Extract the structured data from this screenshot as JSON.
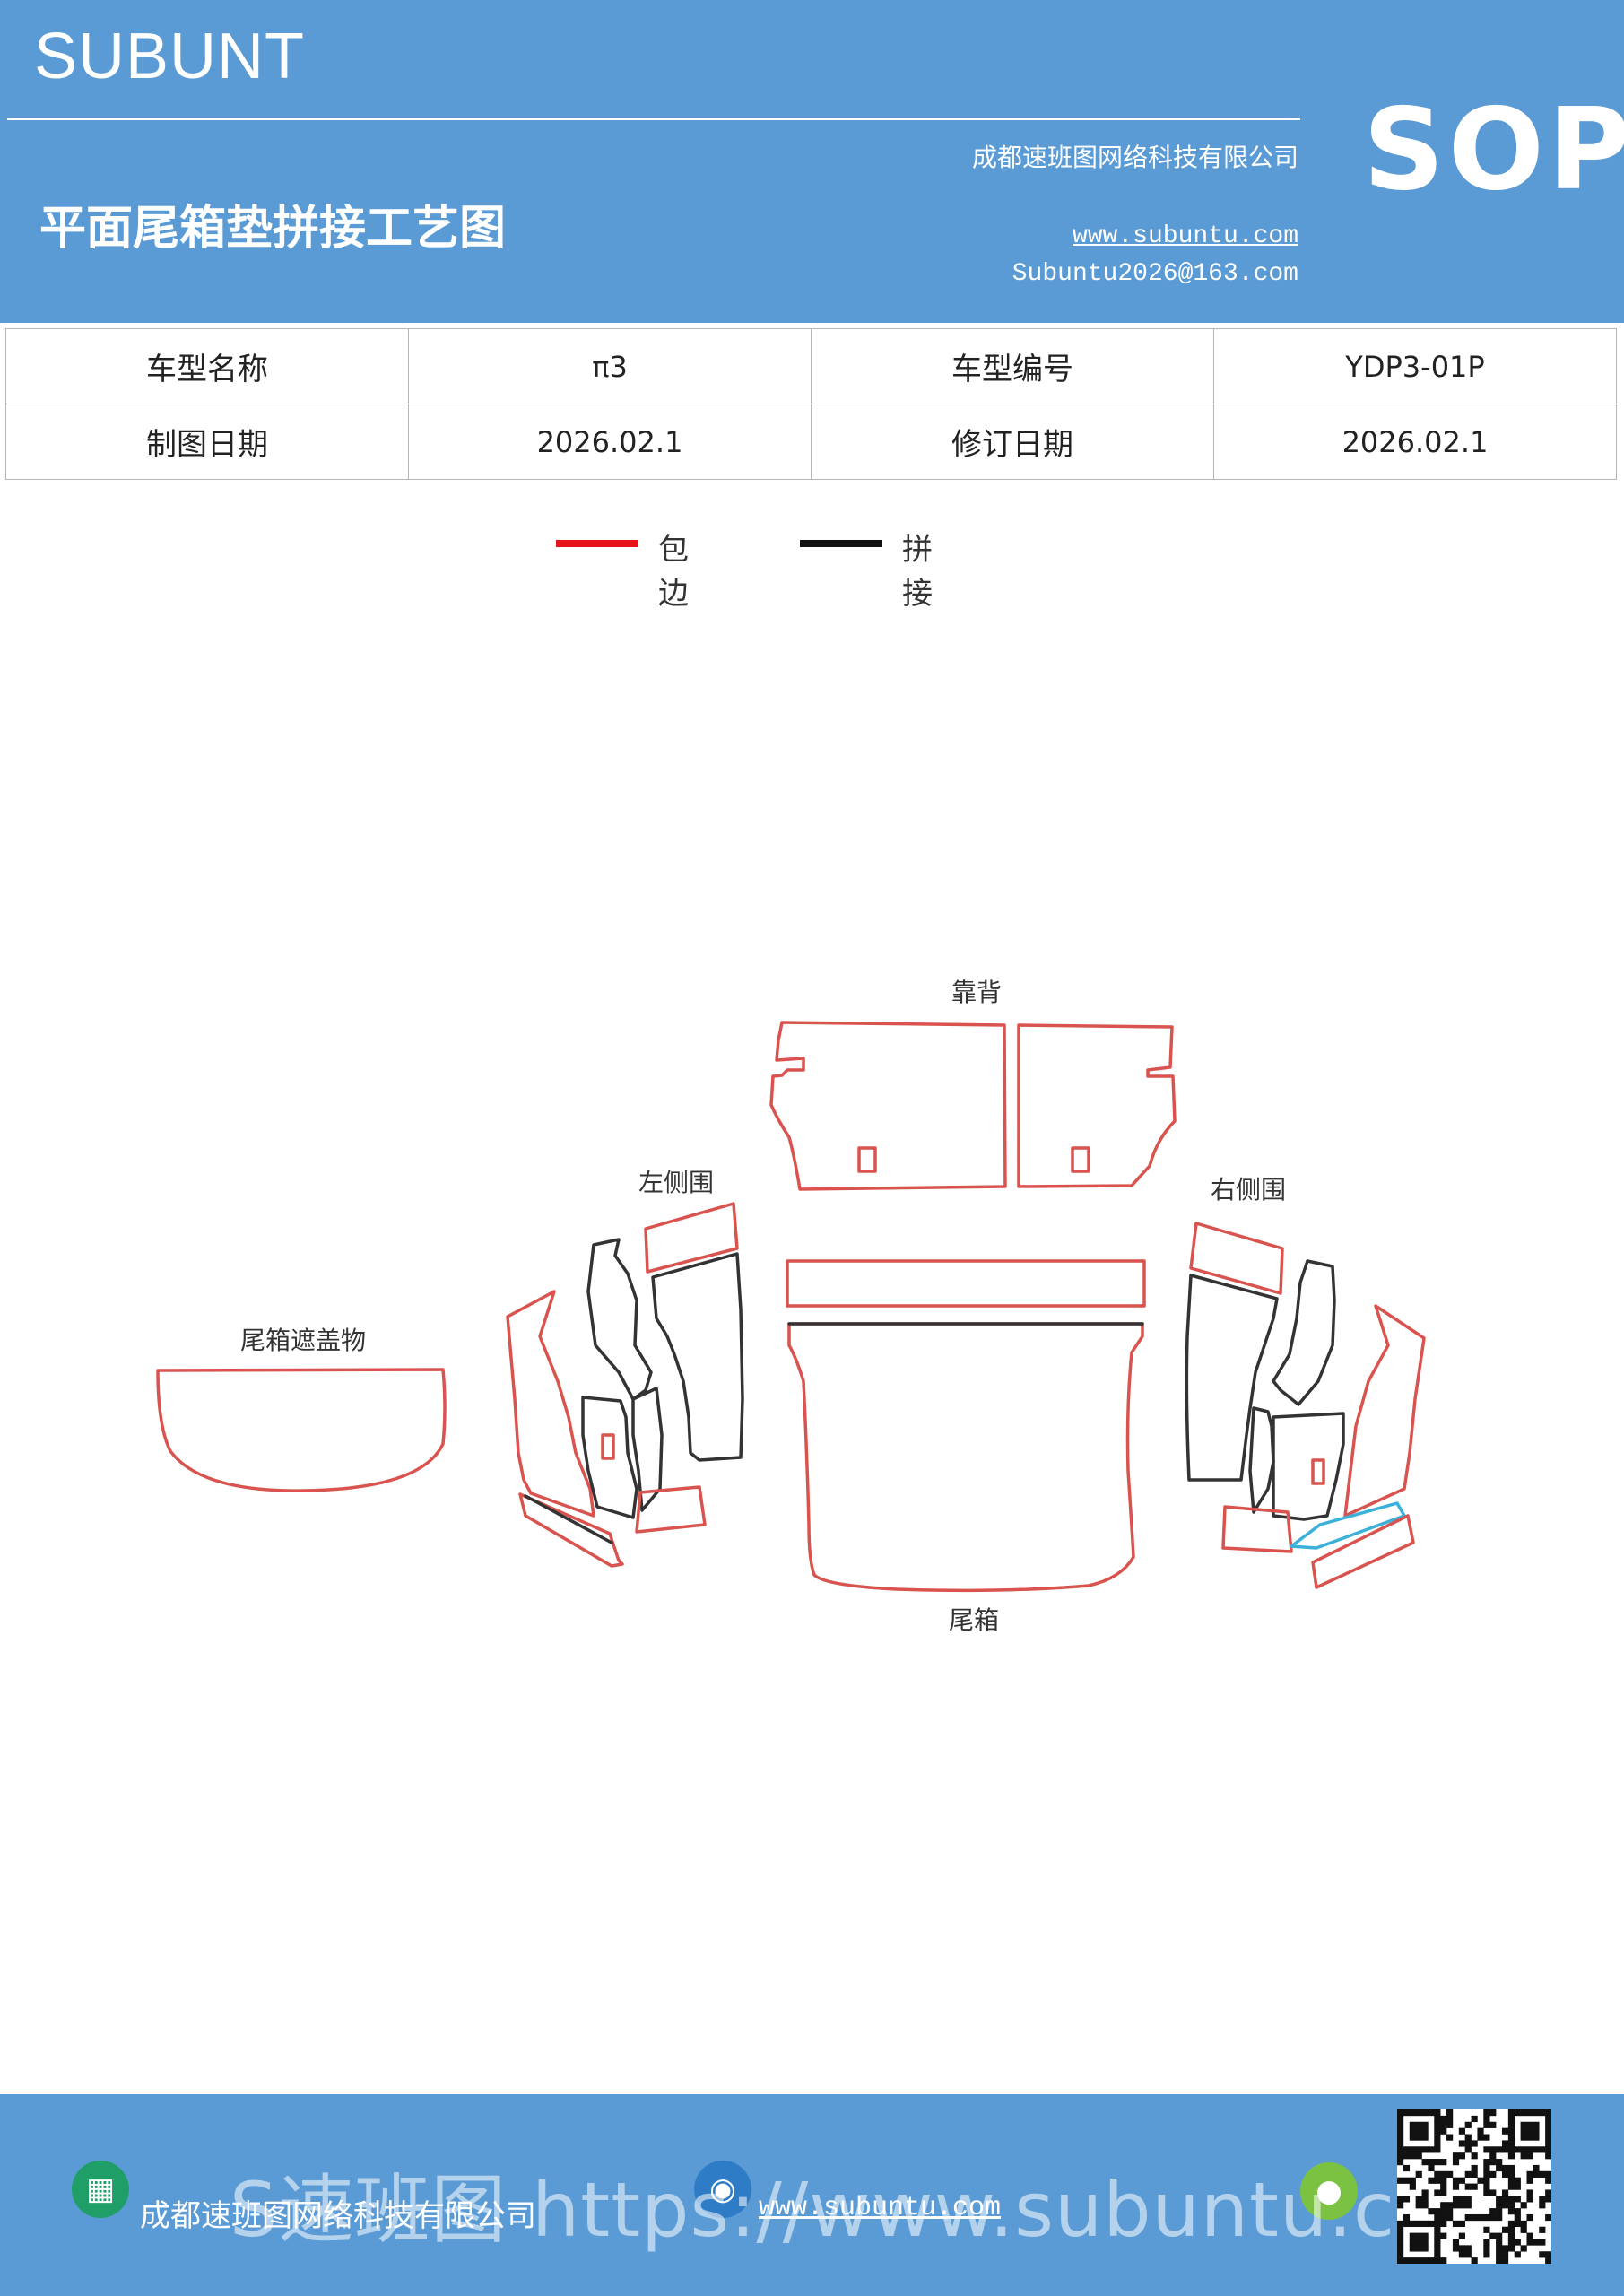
{
  "header": {
    "brand": "SUBUNT",
    "title": "平面尾箱垫拼接工艺图",
    "company": "成都速班图网络科技有限公司",
    "website": "www.subuntu.com",
    "email": "Subuntu2026@163.com",
    "badge": "SOP"
  },
  "info_table": [
    [
      "车型名称",
      "π3",
      "车型编号",
      "YDP3-01P"
    ],
    [
      "制图日期",
      "2026.02.1",
      "修订日期",
      "2026.02.1"
    ]
  ],
  "legend": [
    {
      "label": "包边",
      "color": "#e8141b"
    },
    {
      "label": "拼接",
      "color": "#111111"
    }
  ],
  "parts": {
    "backrest": "靠背",
    "left_side": "左侧围",
    "right_side": "右侧围",
    "cargo_cover": "尾箱遮盖物",
    "trunk": "尾箱"
  },
  "colors": {
    "header_bg": "#5b9bd5",
    "edge_red": "#d9534f",
    "seam_black": "#333333",
    "accent_blue": "#3bb1d9"
  },
  "footer": {
    "company": "成都速班图网络科技有限公司",
    "website": "www.subuntu.com",
    "watermark": "S速班图 https://www.subuntu.com",
    "icons": [
      "building-icon",
      "globe-icon",
      "wechat-icon",
      "qr-code-icon"
    ]
  }
}
